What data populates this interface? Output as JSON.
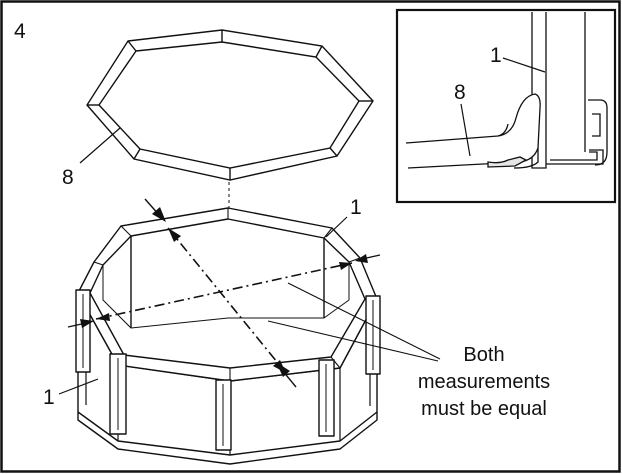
{
  "figure": {
    "step_number": "4",
    "part_labels": {
      "cover": "8",
      "frame_top": "1",
      "frame_left": "1",
      "detail_frame": "1",
      "detail_cover": "8"
    },
    "note_lines": [
      "Both",
      "measurements",
      "must be equal"
    ],
    "colors": {
      "ink": "#111111",
      "background": "#ffffff",
      "shade": "#e6e6e6"
    }
  }
}
